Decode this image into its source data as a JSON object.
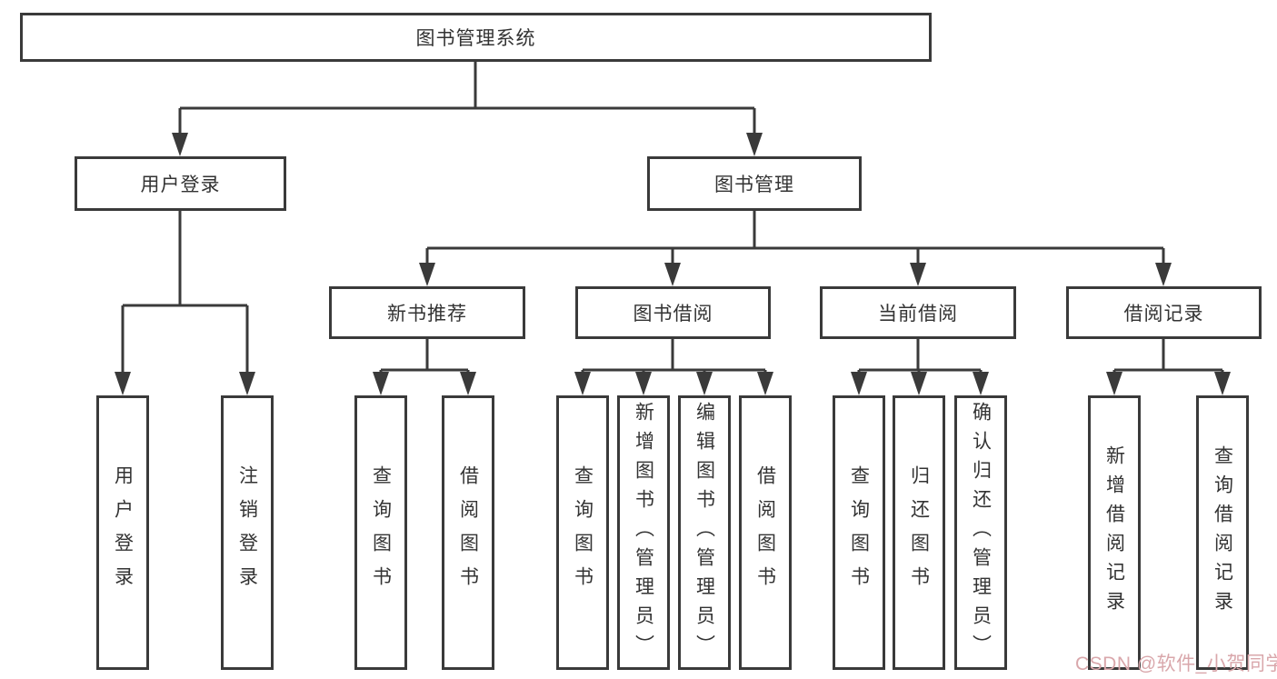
{
  "colors": {
    "line": "#3a3a3a",
    "box_border": "#3a3a3a",
    "text": "#333333",
    "watermark": "#d9a7ab",
    "background": "#ffffff"
  },
  "watermark": "CSDN @软件_小贺同学",
  "tree": {
    "root": {
      "label": "图书管理系统",
      "children": [
        {
          "label": "用户登录",
          "children": [
            {
              "label": "用户登录"
            },
            {
              "label": "注销登录"
            }
          ]
        },
        {
          "label": "图书管理",
          "children": [
            {
              "label": "新书推荐",
              "children": [
                {
                  "label": "查询图书"
                },
                {
                  "label": "借阅图书"
                }
              ]
            },
            {
              "label": "图书借阅",
              "children": [
                {
                  "label": "查询图书"
                },
                {
                  "label": "新增图书（管理员）"
                },
                {
                  "label": "编辑图书（管理员）"
                },
                {
                  "label": "借阅图书"
                }
              ]
            },
            {
              "label": "当前借阅",
              "children": [
                {
                  "label": "查询图书"
                },
                {
                  "label": "归还图书"
                },
                {
                  "label": "确认归还（管理员）"
                }
              ]
            },
            {
              "label": "借阅记录",
              "children": [
                {
                  "label": "新增借阅记录"
                },
                {
                  "label": "查询借阅记录"
                }
              ]
            }
          ]
        }
      ]
    }
  }
}
